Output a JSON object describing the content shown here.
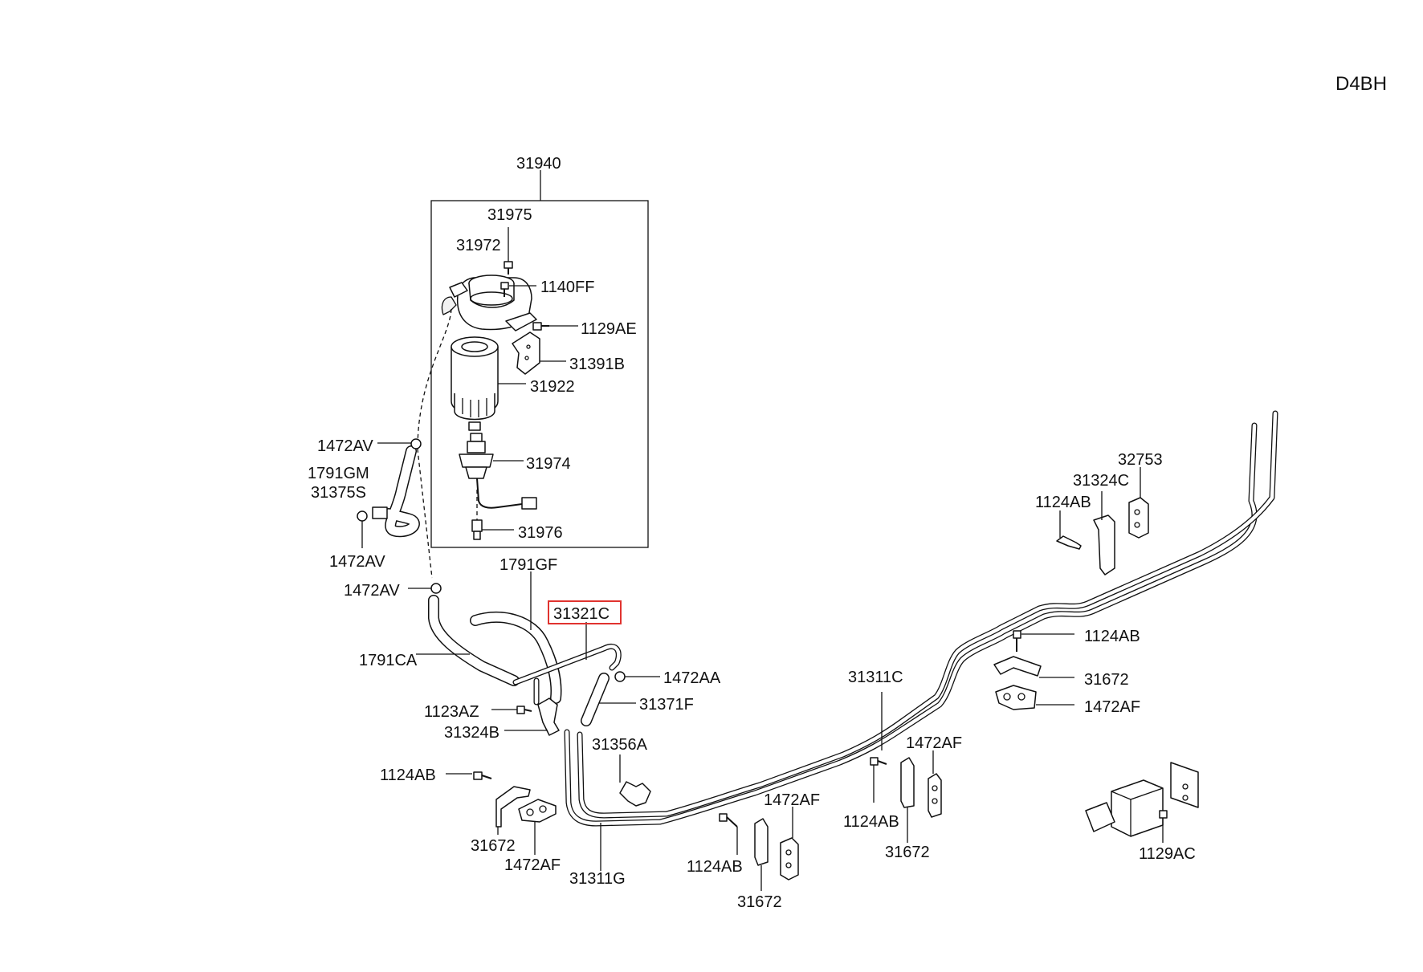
{
  "diagram": {
    "engine_code": "D4BH",
    "highlight_color": "#e0332f",
    "labels": {
      "p31940": "31940",
      "p31975": "31975",
      "p31972": "31972",
      "p1140FF": "1140FF",
      "p1129AE": "1129AE",
      "p31391B": "31391B",
      "p31922": "31922",
      "p31974": "31974",
      "p31976": "31976",
      "p1472AV_a": "1472AV",
      "p1791GM": "1791GM",
      "p31375S": "31375S",
      "p1472AV_b": "1472AV",
      "p1472AV_c": "1472AV",
      "p1791GF": "1791GF",
      "p31321C": "31321C",
      "p1791CA": "1791CA",
      "p1472AA": "1472AA",
      "p1123AZ": "1123AZ",
      "p31371F": "31371F",
      "p31324B": "31324B",
      "p31356A": "31356A",
      "p1124AB_a": "1124AB",
      "p31672_a": "31672",
      "p1472AF_a": "1472AF",
      "p31311G": "31311G",
      "p31311C": "31311C",
      "p1124AB_b": "1124AB",
      "p1472AF_b": "1472AF",
      "p31672_b": "31672",
      "p1124AB_c": "1124AB",
      "p1472AF_c": "1472AF",
      "p31672_c": "31672",
      "p1124AB_d": "1124AB",
      "p31672_d": "31672",
      "p1472AF_d": "1472AF",
      "p32753": "32753",
      "p31324C": "31324C",
      "p1124AB_e": "1124AB",
      "p1129AC": "1129AC"
    }
  }
}
